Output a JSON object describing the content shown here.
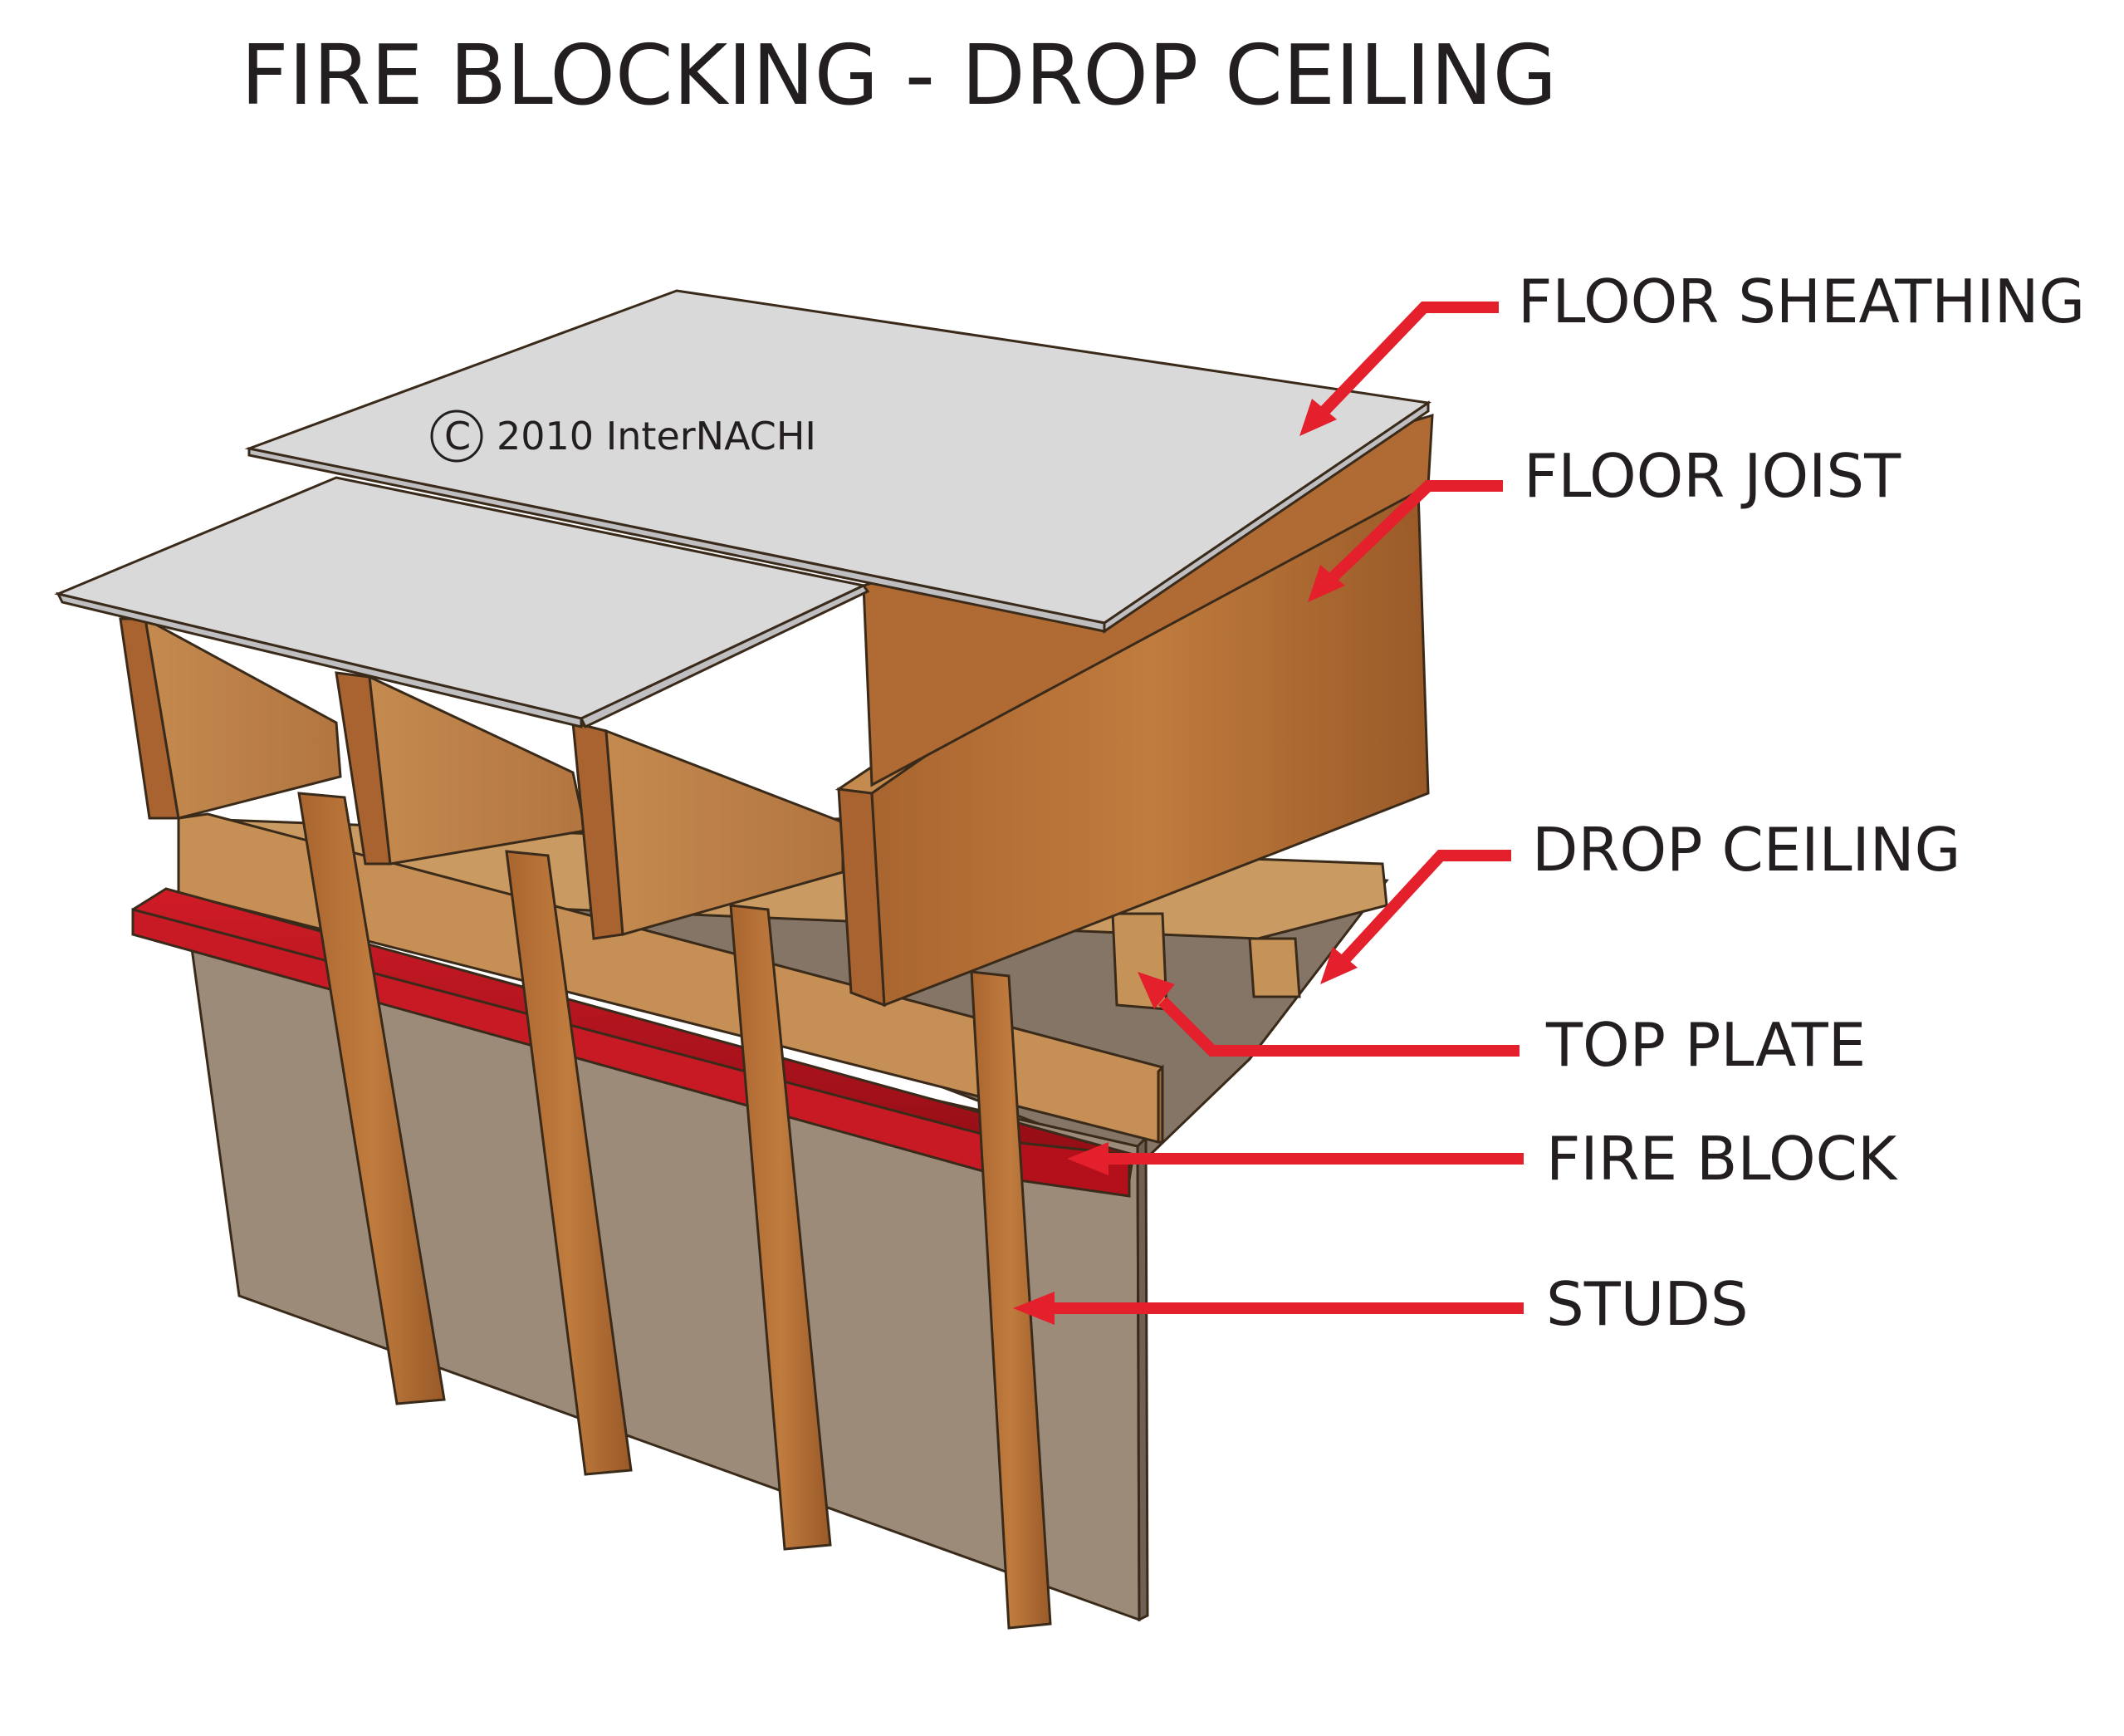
{
  "title": "FIRE BLOCKING - DROP CEILING",
  "copyright": {
    "symbol": "C",
    "text": "2010  InterNACHI"
  },
  "labels": {
    "floor_sheathing": "FLOOR SHEATHING",
    "floor_joist": "FLOOR JOIST",
    "drop_ceiling": "DROP CEILING",
    "top_plate": "TOP PLATE",
    "fire_block": "FIRE BLOCK",
    "studs": "STUDS"
  },
  "colors": {
    "arrow": "#e3202b",
    "fire_block": "#b3101b",
    "wood": "#b5733a",
    "sheathing": "#d9d9da",
    "wall": "#9d8b79",
    "ceiling": "#857566"
  }
}
